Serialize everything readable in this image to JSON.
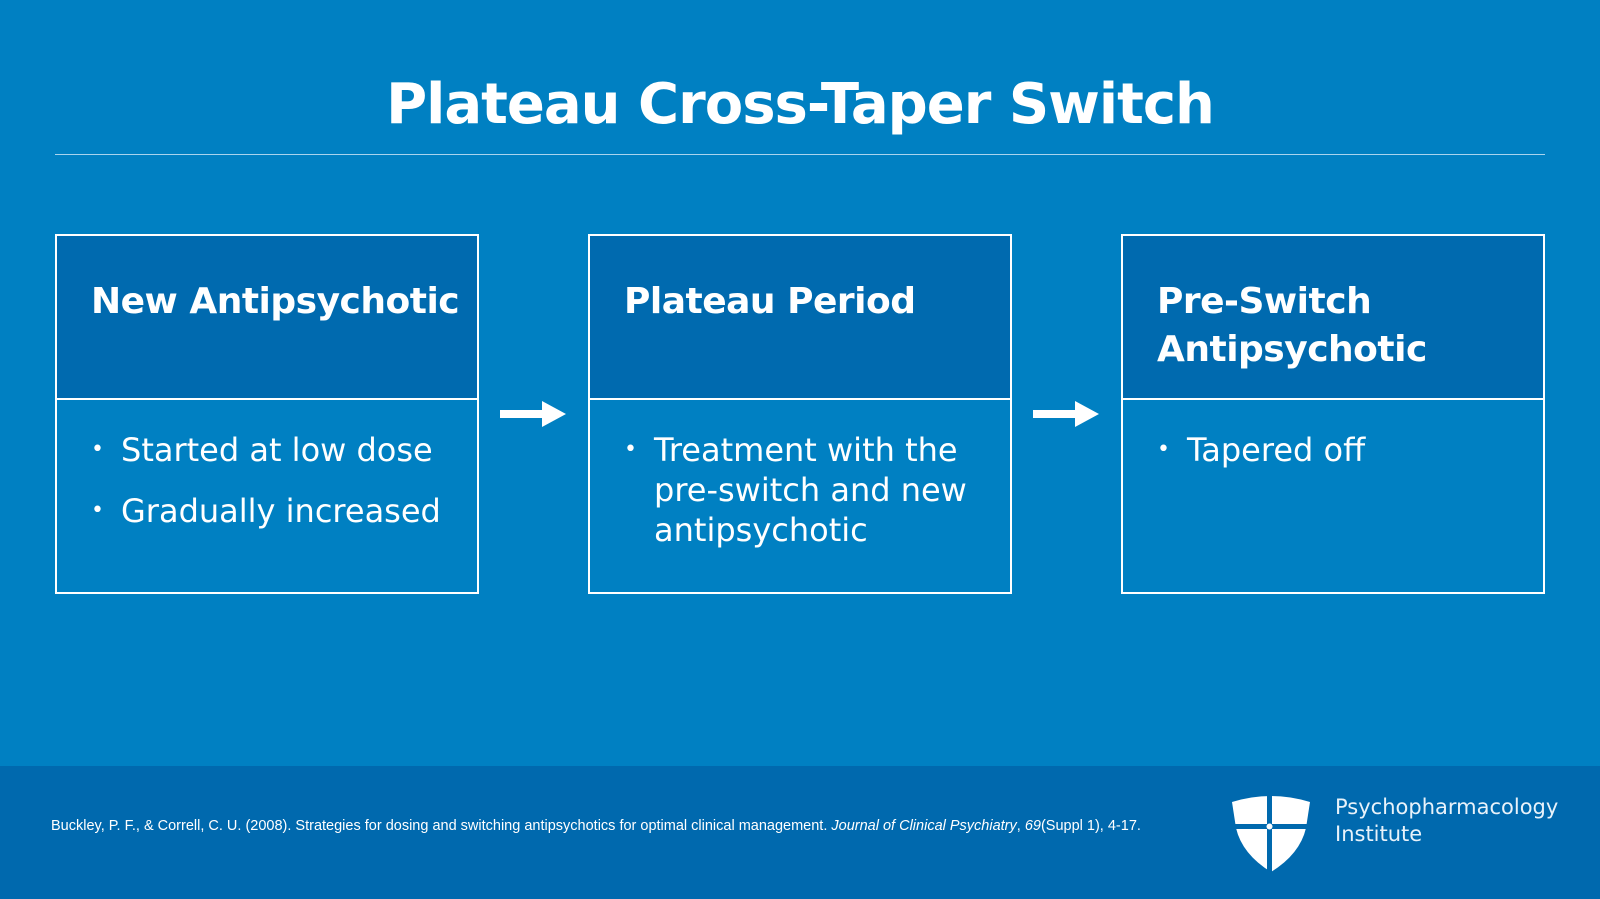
{
  "slide": {
    "title": "Plateau Cross-Taper Switch",
    "colors": {
      "background": "#0080c2",
      "header_fill": "#006aaf",
      "footer": "#0069ae",
      "text": "#ffffff"
    }
  },
  "boxes": [
    {
      "heading": "New Antipsychotic",
      "bullets": [
        "Started at low dose",
        "Gradually increased"
      ]
    },
    {
      "heading": "Plateau Period",
      "bullets": [
        "Treatment with the pre-switch and new antipsychotic"
      ]
    },
    {
      "heading": "Pre-Switch Antipsychotic",
      "bullets": [
        "Tapered off"
      ]
    }
  ],
  "arrows": [
    "arrow-right-icon",
    "arrow-right-icon"
  ],
  "footer": {
    "citation_part1": "Buckley, P. F., & Correll, C. U. (2008). Strategies for dosing and switching antipsychotics for optimal clinical management. ",
    "citation_journal": "Journal of Clinical Psychiatry",
    "citation_sep": ", ",
    "citation_volume": "69",
    "citation_part2": "(Suppl 1), 4-17.",
    "brand_line1": "Psychopharmacology",
    "brand_line2": "Institute",
    "logo_icon": "shield-cross-icon"
  }
}
